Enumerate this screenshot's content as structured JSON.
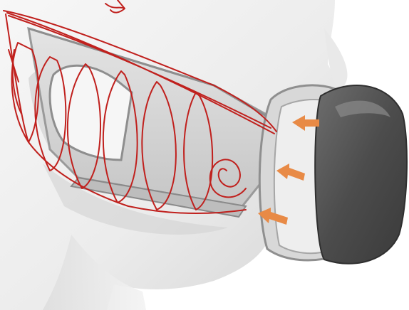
{
  "scene": {
    "subject": "head-profile",
    "device": "face-mask-with-side-filter",
    "sketch_overlay": "red-pen-wireframe",
    "airflow_indicator": "orange-arrows",
    "airflow_arrow_count": 3
  },
  "colors": {
    "skin_light": "#f4f4f4",
    "skin_mid": "#e2e2e2",
    "skin_shadow": "#c9c9c9",
    "mask_frame": "#d6d6d6",
    "mask_frame_dark": "#9a9a9a",
    "filter_housing": "#dcdcdc",
    "filter_pad": "#eeeeee",
    "filter_cap": "#4a4a4a",
    "filter_cap_highlight": "#7a7a7a",
    "sketch_red": "#c0201d",
    "arrow_orange": "#e88a46"
  }
}
